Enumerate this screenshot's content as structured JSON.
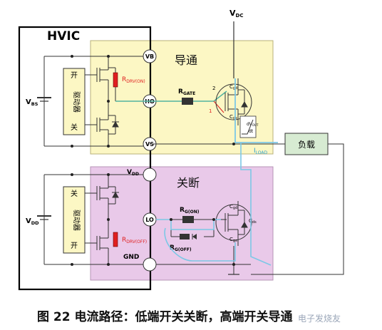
{
  "hvic_label": "HVIC",
  "vdc_label": "V",
  "vdc_sub": "DC",
  "vbs_label": "V",
  "vbs_sub": "BS",
  "vdd_left_label": "V",
  "vdd_left_sub": "DD",
  "high_side": {
    "title": "导通",
    "driver_on": "开",
    "driver_name": "驱动器",
    "driver_off": "关",
    "rdrv_label": "R",
    "rdrv_sub": "DRV(ON)",
    "rgate_label": "R",
    "rgate_sub": "GATE",
    "pin_vb": "VB",
    "pin_ho": "HO",
    "pin_vs": "VS",
    "dv_label": "dV",
    "dv_sub": "OUT",
    "dv_den": "dt",
    "iload_label": "I",
    "iload_sub": "LOAD",
    "arrow_1": "1",
    "arrow_2": "2",
    "cgd": "C",
    "cgd_sub": "gd",
    "cgs": "C",
    "cgs_sub": "gs"
  },
  "low_side": {
    "title": "关断",
    "driver_off": "关",
    "driver_name": "驱动器",
    "driver_on": "开",
    "rdrv_label": "R",
    "rdrv_sub": "DRV(OFF)",
    "rg_on_label": "R",
    "rg_on_sub": "G(ON)",
    "rg_off_label": "R",
    "rg_off_sub": "G(OFF)",
    "pin_vdd": "V",
    "pin_vdd_sub": "DD",
    "pin_lo": "LO",
    "pin_gnd": "GND",
    "cgd": "C",
    "cgd_sub": "gd",
    "cgs": "C",
    "cgs_sub": "gs",
    "cds": "C",
    "cds_sub": "ds"
  },
  "load_label": "负载",
  "caption": "图 22 电流路径：低端开关关断，高端开关导通",
  "watermark": "电子发烧友",
  "colors": {
    "high_box": "#fcf7c4",
    "low_box": "#e9c9e9",
    "load_box": "#d7ebd2",
    "current_path": "#7cc8e6",
    "gate_path": "#52b4a0",
    "resistor_red": "#e02020",
    "label_red": "#e02020"
  }
}
